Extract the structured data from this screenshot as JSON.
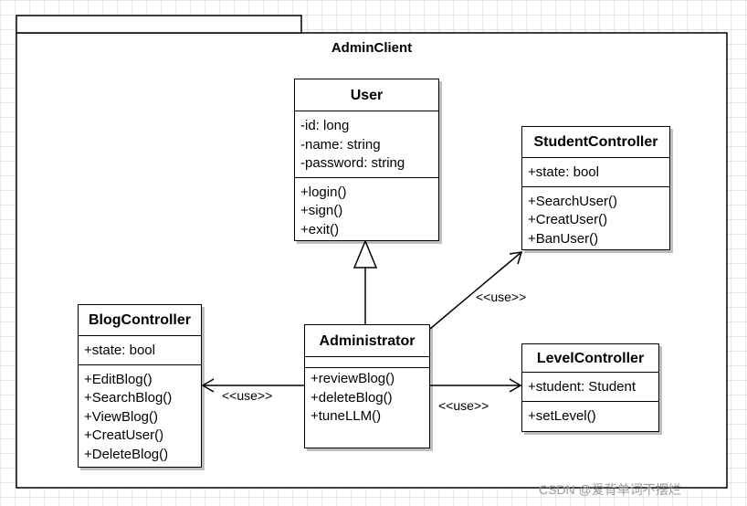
{
  "package": {
    "name": "AdminClient"
  },
  "classes": {
    "user": {
      "name": "User",
      "attributes": [
        "-id: long",
        "-name: string",
        "-password: string"
      ],
      "methods": [
        "+login()",
        "+sign()",
        "+exit()"
      ]
    },
    "student_controller": {
      "name": "StudentController",
      "attributes": [
        "+state: bool"
      ],
      "methods": [
        "+SearchUser()",
        "+CreatUser()",
        "+BanUser()"
      ]
    },
    "blog_controller": {
      "name": "BlogController",
      "attributes": [
        "+state: bool"
      ],
      "methods": [
        "+EditBlog()",
        "+SearchBlog()",
        "+ViewBlog()",
        "+CreatUser()",
        "+DeleteBlog()"
      ]
    },
    "administrator": {
      "name": "Administrator",
      "attributes": [],
      "methods": [
        "+reviewBlog()",
        "+deleteBlog()",
        "+tuneLLM()"
      ]
    },
    "level_controller": {
      "name": "LevelController",
      "attributes": [
        "+student: Student"
      ],
      "methods": [
        "+setLevel()"
      ]
    }
  },
  "relations": {
    "admin_student": "<<use>>",
    "admin_blog": "<<use>>",
    "admin_level": "<<use>>"
  },
  "watermark": "CSDN @爱背单词不摆烂"
}
